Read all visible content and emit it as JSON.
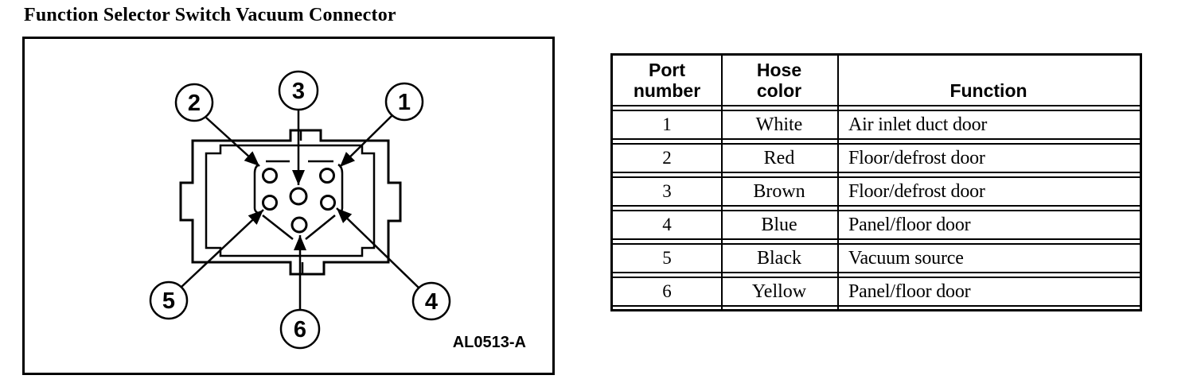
{
  "title": "Function Selector Switch Vacuum Connector",
  "diagram": {
    "figure_code": "AL0513-A",
    "callouts": [
      "1",
      "2",
      "3",
      "4",
      "5",
      "6"
    ]
  },
  "table": {
    "headers": [
      "Port\nnumber",
      "Hose\ncolor",
      "Function"
    ],
    "rows": [
      {
        "port": "1",
        "hose_color": "White",
        "function": "Air inlet duct door"
      },
      {
        "port": "2",
        "hose_color": "Red",
        "function": "Floor/defrost door"
      },
      {
        "port": "3",
        "hose_color": "Brown",
        "function": "Floor/defrost door"
      },
      {
        "port": "4",
        "hose_color": "Blue",
        "function": "Panel/floor door"
      },
      {
        "port": "5",
        "hose_color": "Black",
        "function": "Vacuum source"
      },
      {
        "port": "6",
        "hose_color": "Yellow",
        "function": "Panel/floor door"
      }
    ]
  }
}
